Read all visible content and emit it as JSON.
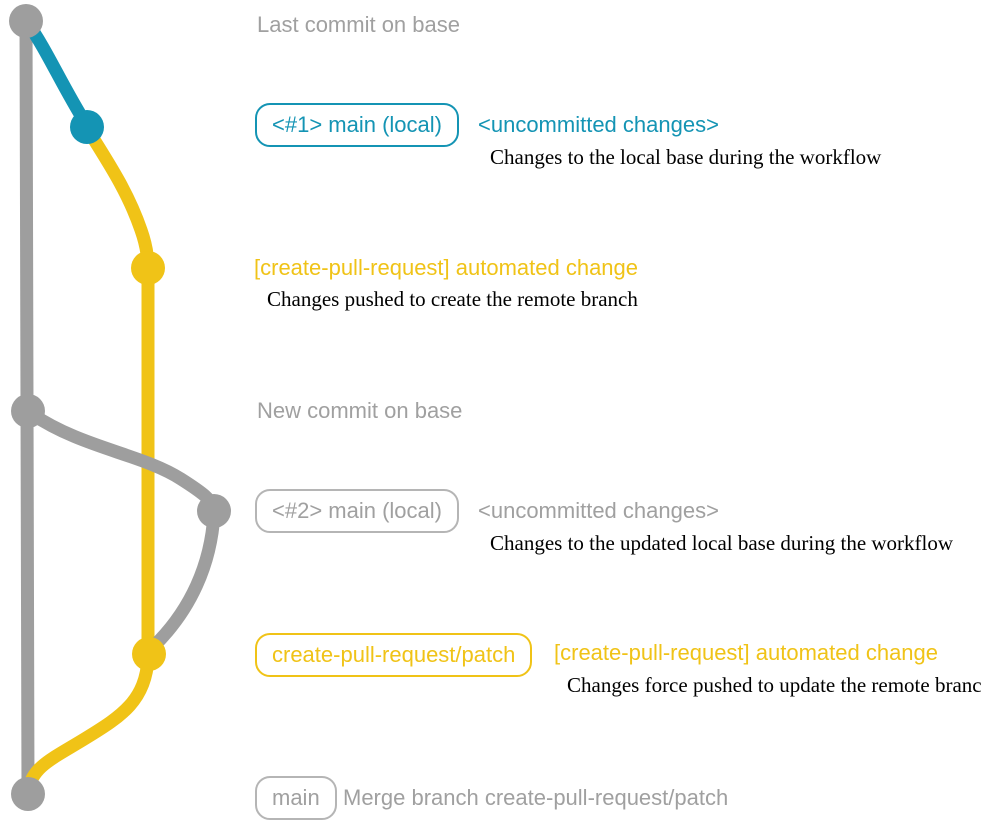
{
  "colors": {
    "background": "#ffffff",
    "base_gray": "#9e9e9e",
    "label_gray": "#a0a0a0",
    "teal": "#1494b4",
    "yellow": "#f0c317",
    "badge_gray_border": "#b5b5b5",
    "annotation_black": "#000000"
  },
  "graph": {
    "branches": [
      {
        "name": "base (main)",
        "color_key": "base_gray"
      },
      {
        "name": "main (local)",
        "color_key": "teal"
      },
      {
        "name": "create-pull-request/patch",
        "color_key": "yellow"
      }
    ],
    "commit_count": 7
  },
  "rows": {
    "last_commit": {
      "label": "Last commit on base"
    },
    "local_main_1": {
      "badge": "<#1> main (local)",
      "title": "<uncommitted changes>",
      "desc": "Changes to the local base during the workflow"
    },
    "patch_1": {
      "title": "[create-pull-request] automated change",
      "desc": "Changes pushed to create the remote branch"
    },
    "new_commit": {
      "label": "New commit on base"
    },
    "local_main_2": {
      "badge": "<#2> main (local)",
      "title": "<uncommitted changes>",
      "desc": "Changes to the updated local base during the workflow"
    },
    "patch_2": {
      "badge": "create-pull-request/patch",
      "title": "[create-pull-request] automated change",
      "desc": "Changes force pushed to update the remote branch"
    },
    "merge": {
      "badge": "main",
      "label": "Merge branch create-pull-request/patch"
    }
  }
}
